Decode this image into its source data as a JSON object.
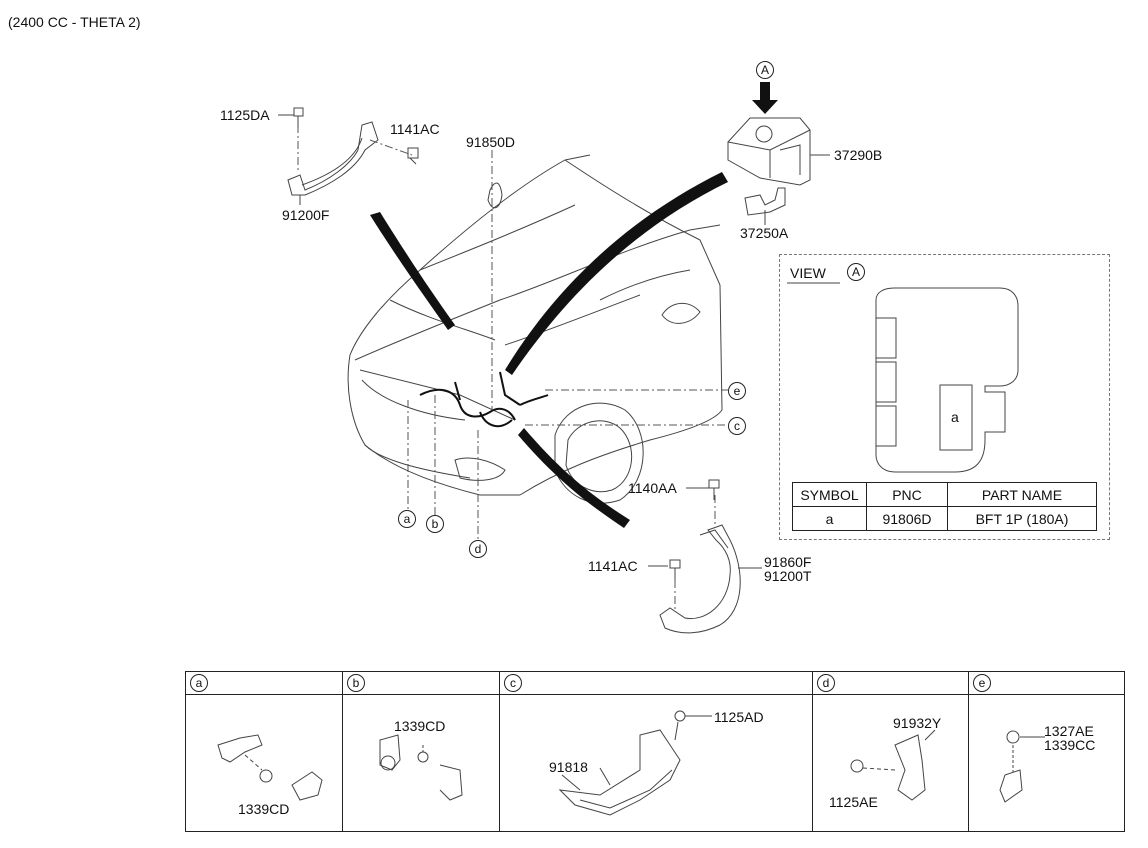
{
  "header": {
    "engine_note": "(2400 CC - THETA 2)"
  },
  "view_label": {
    "prefix": "VIEW",
    "marker": "A"
  },
  "arrow_marker": "A",
  "callouts": {
    "c1125DA": "1125DA",
    "c1141AC_top": "1141AC",
    "c91850D": "91850D",
    "c91200F": "91200F",
    "c37290B": "37290B",
    "c37250A": "37250A",
    "c1140AA": "1140AA",
    "c1141AC_low": "1141AC",
    "c91860F": "91860F",
    "c91200T": "91200T"
  },
  "letter_markers": [
    "a",
    "b",
    "c",
    "d",
    "e"
  ],
  "fuse_slot_symbol": "a",
  "symbol_table": {
    "headers": [
      "SYMBOL",
      "PNC",
      "PART NAME"
    ],
    "rows": [
      [
        "a",
        "91806D",
        "BFT 1P (180A)"
      ]
    ]
  },
  "panels": [
    {
      "key": "a",
      "labels": [
        "1339CD"
      ]
    },
    {
      "key": "b",
      "labels": [
        "1339CD"
      ]
    },
    {
      "key": "c",
      "labels": [
        "1125AD",
        "91818"
      ]
    },
    {
      "key": "d",
      "labels": [
        "91932Y",
        "1125AE"
      ]
    },
    {
      "key": "e",
      "labels": [
        "1327AE",
        "1339CC"
      ]
    }
  ]
}
